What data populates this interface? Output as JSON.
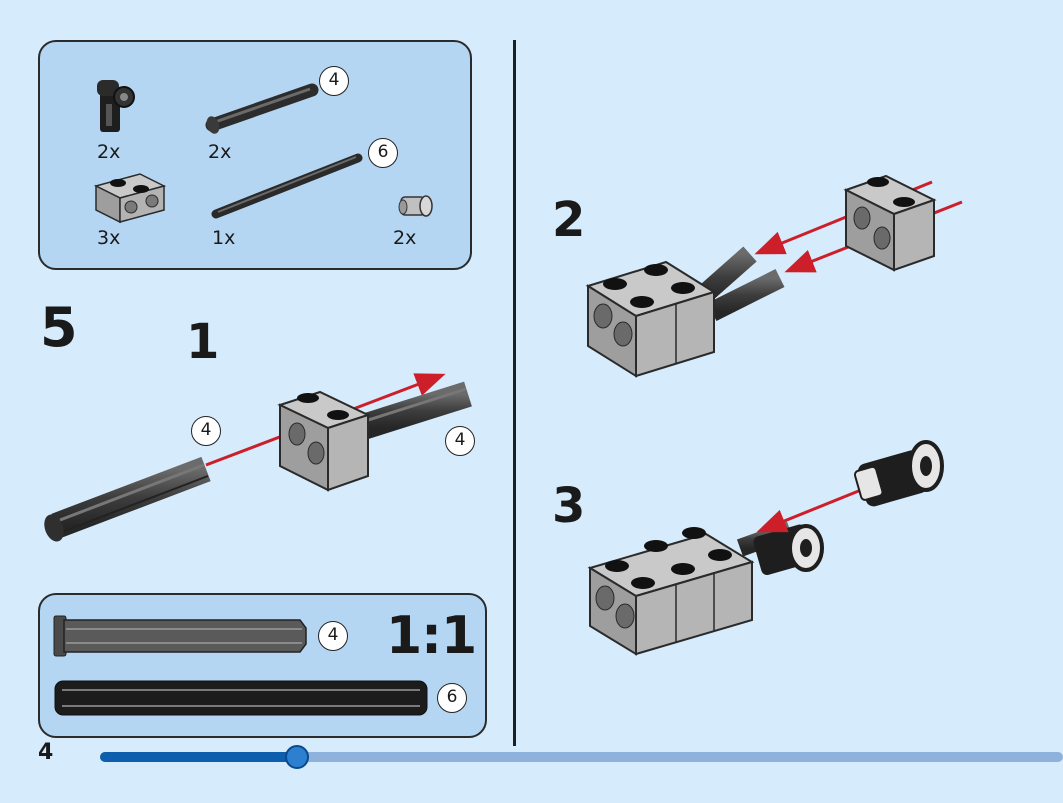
{
  "page": {
    "number": "4",
    "progress_percent": 20.5
  },
  "step": {
    "number": "5"
  },
  "parts_list": [
    {
      "id": "connector",
      "qty": "2x"
    },
    {
      "id": "axle-4",
      "qty": "2x",
      "length": "4"
    },
    {
      "id": "brick-1x2",
      "qty": "3x"
    },
    {
      "id": "axle-6",
      "qty": "1x",
      "length": "6"
    },
    {
      "id": "bushing",
      "qty": "2x"
    }
  ],
  "substeps": [
    {
      "number": "1",
      "labels": [
        "4",
        "4"
      ]
    },
    {
      "number": "2"
    },
    {
      "number": "3"
    }
  ],
  "scale_box": {
    "ratio": "1:1",
    "axle_4_label": "4",
    "axle_6_label": "6"
  },
  "colors": {
    "background": "#d6ebfb",
    "panel": "#b4d6f3",
    "arrow": "#cc1f2a",
    "progress_fill": "#0d5fae",
    "progress_track": "#8fb2dc"
  }
}
